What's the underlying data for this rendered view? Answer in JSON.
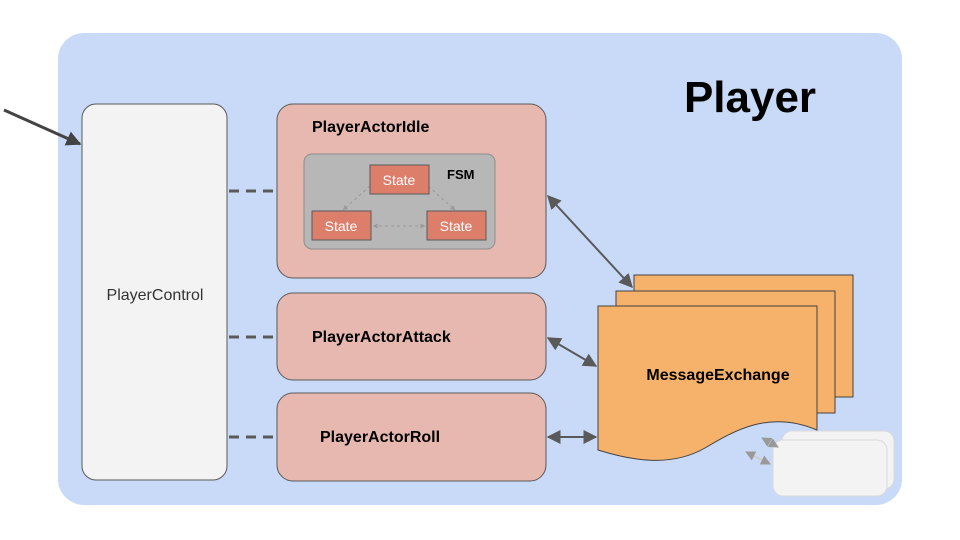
{
  "diagram": {
    "title": "Player",
    "player_control": "PlayerControl",
    "actors": {
      "idle": "PlayerActorIdle",
      "attack": "PlayerActorAttack",
      "roll": "PlayerActorRoll"
    },
    "fsm": {
      "label": "FSM",
      "states": [
        "State",
        "State",
        "State"
      ]
    },
    "message_exchange": "MessageExchange"
  },
  "colors": {
    "player_bg": "#c9daf8",
    "actor_fill": "#e6b8af",
    "control_fill": "#f3f3f3",
    "fsm_fill": "#b7b7b7",
    "state_fill": "#dd7e6b",
    "message_fill": "#f6b26b",
    "edge": "#595959"
  }
}
